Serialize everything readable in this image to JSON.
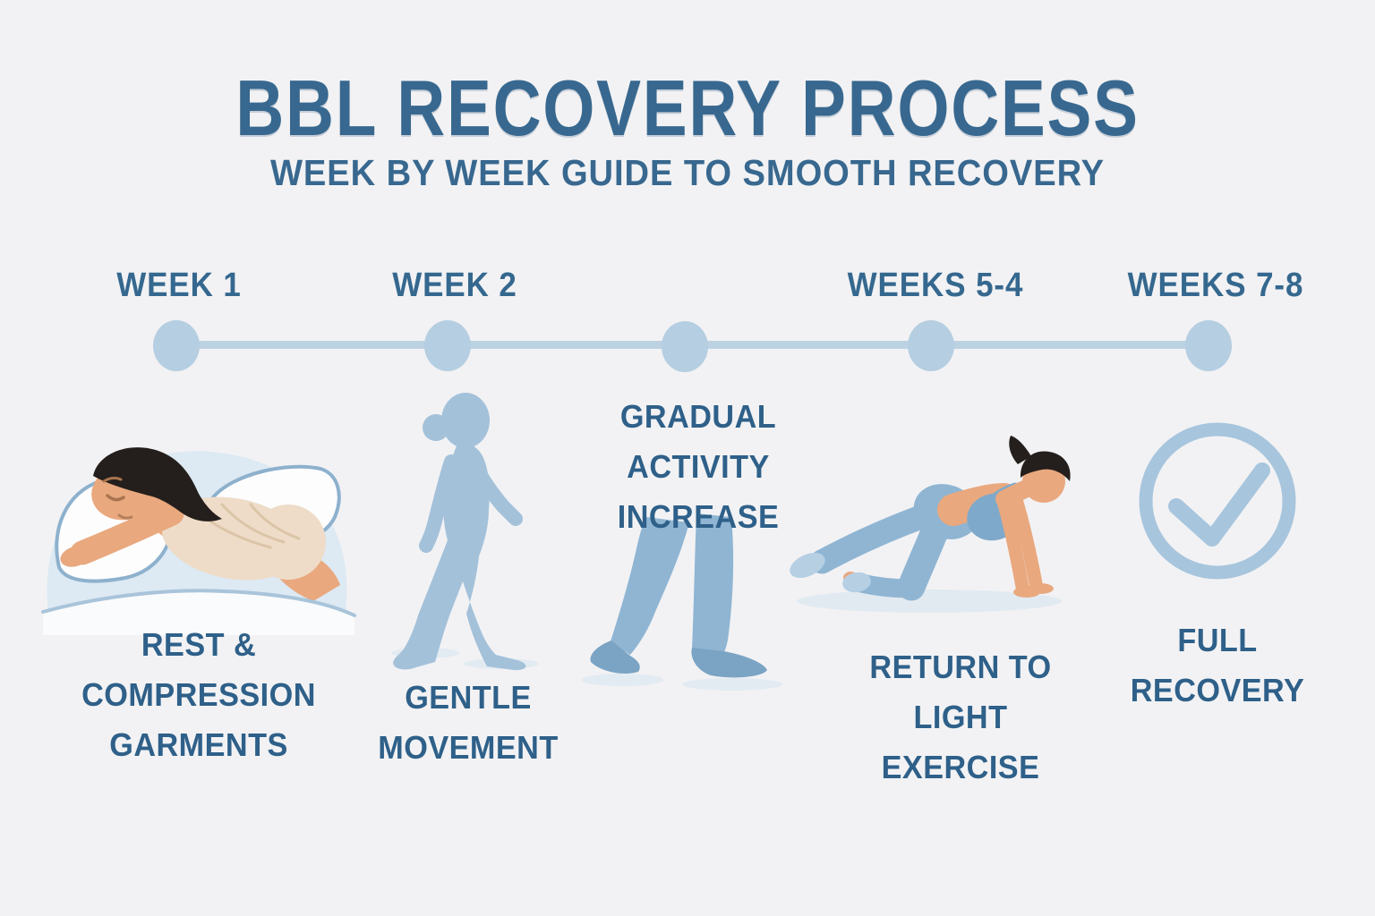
{
  "header": {
    "title": "BBL RECOVERY PROCESS",
    "subtitle": "WEEK BY WEEK GUIDE TO SMOOTH RECOVERY"
  },
  "timeline": {
    "milestones": [
      {
        "week_label": "WEEK 1",
        "caption": "REST &\nCOMPRESSION\nGARMENTS",
        "illustration": "woman-resting-face-down-on-pillows-in-compression-garment"
      },
      {
        "week_label": "WEEK 2",
        "caption": "GENTLE\nMOVEMENT",
        "illustration": "walking-woman-silhouette"
      },
      {
        "week_label": "",
        "caption": "GRADUAL\nACTIVITY\nINCREASE",
        "illustration": "walking-legs"
      },
      {
        "week_label": "WEEKS 5-4",
        "caption": "RETURN TO\nLIGHT\nEXERCISE",
        "illustration": "woman-doing-kneeling-plank-exercise"
      },
      {
        "week_label": "WEEKS 7-8",
        "caption": "FULL\nRECOVERY",
        "illustration": "check-mark-circle"
      }
    ]
  },
  "colors": {
    "background": "#f2f2f4",
    "heading_text": "#38688f",
    "caption_text": "#2e6089",
    "timeline": "#b5cee1",
    "silhouette_blue": "#a4c1da",
    "legging_blue": "#8fb5d3",
    "shoe_blue": "#7ba4c4",
    "skin": "#e9a87e",
    "hair": "#241f1c",
    "garment_beige": "#eedcc8",
    "check_icon": "#a7c5dd"
  }
}
